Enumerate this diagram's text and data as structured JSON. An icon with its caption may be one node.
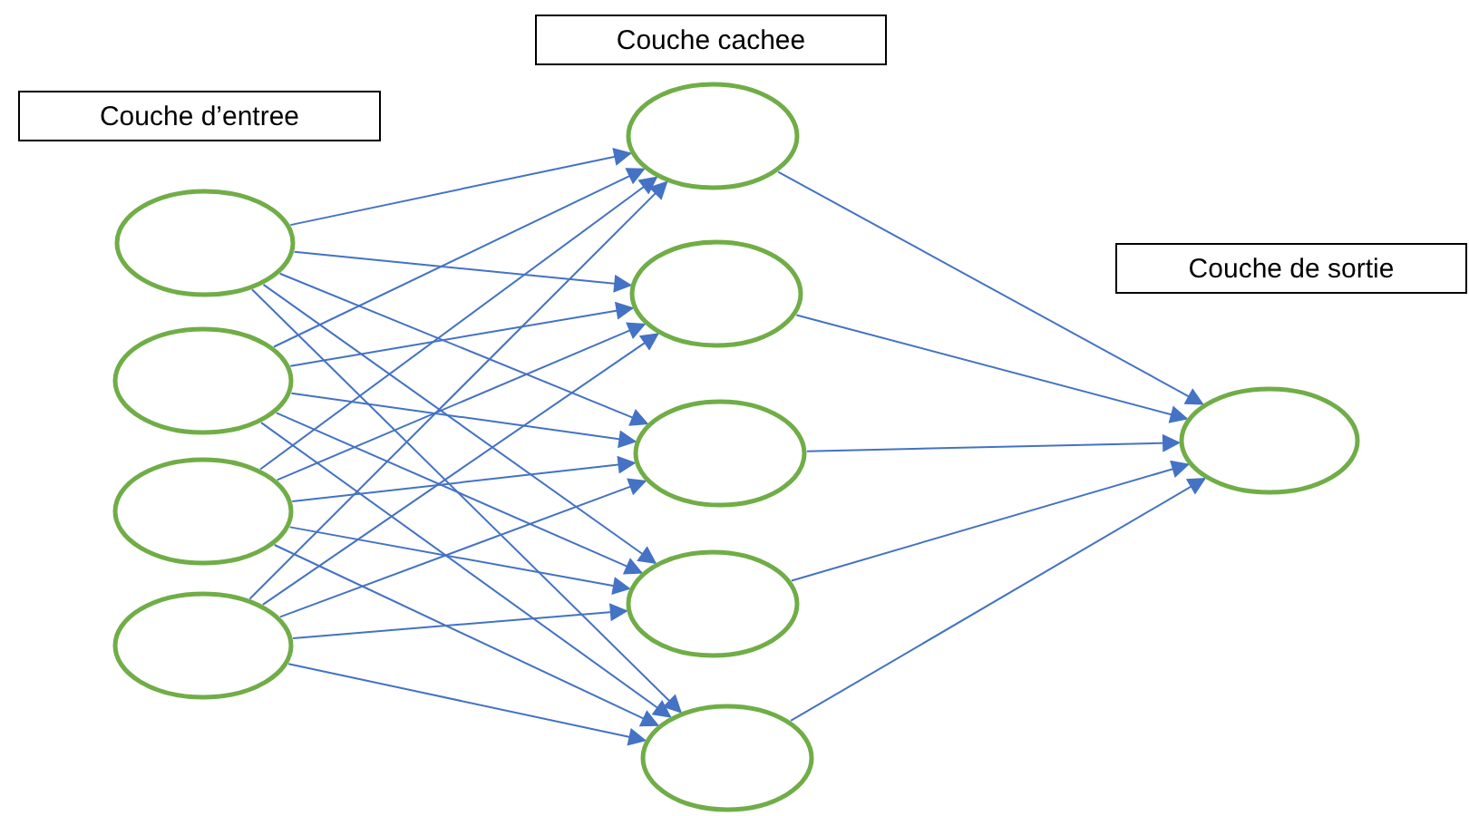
{
  "diagram": {
    "nodes": [
      {
        "text": [
          "Couche d’entree"
        ]
      },
      {
        "text": [
          "Couche cachee"
        ]
      },
      {
        "text": [
          "Couche de sortie"
        ]
      },
      {
        "text": [],
        "shape": "circle"
      },
      {
        "text": [],
        "shape": "circle"
      },
      {
        "text": [],
        "shape": "circle"
      },
      {
        "text": [],
        "shape": "circle"
      },
      {
        "text": [],
        "shape": "circle"
      },
      {
        "text": [],
        "shape": "circle"
      },
      {
        "text": [],
        "shape": "circle"
      },
      {
        "text": [],
        "shape": "circle"
      },
      {
        "text": [],
        "shape": "circle"
      },
      {
        "text": [],
        "shape": "circle"
      }
    ],
    "edges": [
      {
        "from": 3,
        "to": 7,
        "arrow": "to"
      },
      {
        "from": 3,
        "to": 8,
        "arrow": "to"
      },
      {
        "from": 3,
        "to": 9,
        "arrow": "to"
      },
      {
        "from": 3,
        "to": 10,
        "arrow": "to"
      },
      {
        "from": 3,
        "to": 11,
        "arrow": "to"
      },
      {
        "from": 4,
        "to": 7,
        "arrow": "to"
      },
      {
        "from": 4,
        "to": 8,
        "arrow": "to"
      },
      {
        "from": 4,
        "to": 9,
        "arrow": "to"
      },
      {
        "from": 4,
        "to": 10,
        "arrow": "to"
      },
      {
        "from": 4,
        "to": 11,
        "arrow": "to"
      },
      {
        "from": 5,
        "to": 7,
        "arrow": "to"
      },
      {
        "from": 5,
        "to": 8,
        "arrow": "to"
      },
      {
        "from": 5,
        "to": 9,
        "arrow": "to"
      },
      {
        "from": 5,
        "to": 10,
        "arrow": "to"
      },
      {
        "from": 5,
        "to": 11,
        "arrow": "to"
      },
      {
        "from": 6,
        "to": 7,
        "arrow": "to"
      },
      {
        "from": 6,
        "to": 8,
        "arrow": "to"
      },
      {
        "from": 6,
        "to": 9,
        "arrow": "to"
      },
      {
        "from": 6,
        "to": 10,
        "arrow": "to"
      },
      {
        "from": 6,
        "to": 11,
        "arrow": "to"
      },
      {
        "from": 7,
        "to": 12,
        "arrow": "to"
      },
      {
        "from": 8,
        "to": 12,
        "arrow": "to"
      },
      {
        "from": 9,
        "to": 12,
        "arrow": "to"
      },
      {
        "from": 10,
        "to": 12,
        "arrow": "to"
      },
      {
        "from": 11,
        "to": 12,
        "arrow": "to"
      }
    ]
  }
}
